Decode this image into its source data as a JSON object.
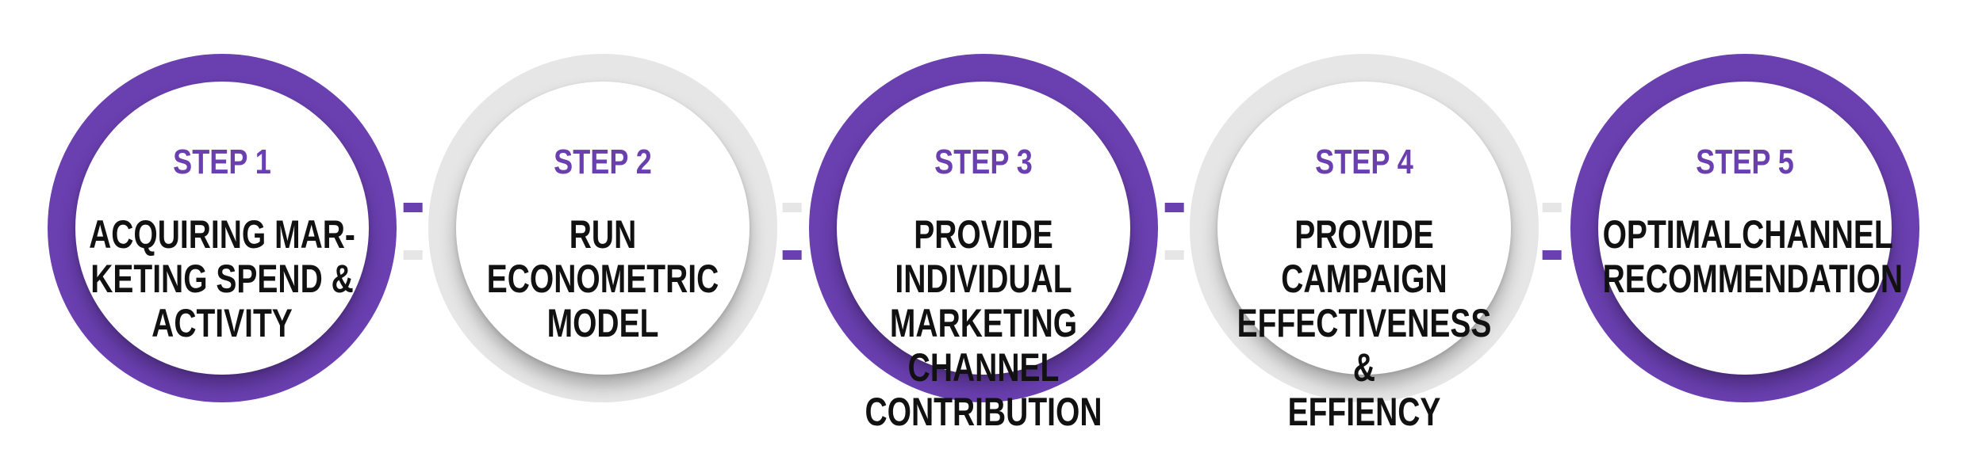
{
  "colors": {
    "purple": "#6a3fb0",
    "grey": "#e6e6e6",
    "text": "#111111"
  },
  "steps": [
    {
      "label": "STEP 1",
      "text": "ACQUIRING MAR-\nKETING SPEND &\nACTIVITY",
      "ring": "purple"
    },
    {
      "label": "STEP 2",
      "text": "RUN\nECONOMETRIC\nMODEL",
      "ring": "grey"
    },
    {
      "label": "STEP 3",
      "text": "PROVIDE INDIVIDUAL\nMARKETING CHANNEL\nCONTRIBUTION",
      "ring": "purple"
    },
    {
      "label": "STEP 4",
      "text": "PROVIDE CAMPAIGN\nEFFECTIVENESS &\nEFFIENCY",
      "ring": "grey"
    },
    {
      "label": "STEP 5",
      "text": "OPTIMALCHANNEL\nRECOMMENDATION",
      "ring": "purple"
    }
  ]
}
